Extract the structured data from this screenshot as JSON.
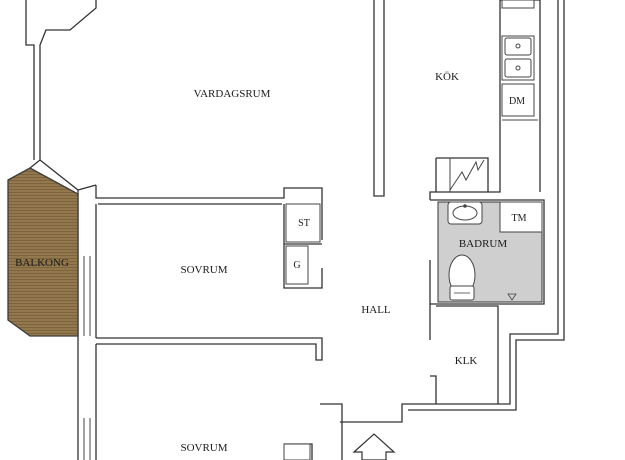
{
  "rooms": {
    "vardagsrum": "VARDAGSRUM",
    "kok": "KÖK",
    "dm": "DM",
    "st": "ST",
    "g": "G",
    "tm": "TM",
    "badrum": "BADRUM",
    "balkong": "BALKONG",
    "sovrum_1": "SOVRUM",
    "sovrum_2": "SOVRUM",
    "hall": "HALL",
    "klk": "KLK"
  },
  "colors": {
    "balcony_fill": "#8d7349",
    "bathroom_fill": "#cfcfcf",
    "wall_stroke": "#333333"
  },
  "icons": {
    "entrance": "up-arrow-icon",
    "sink": "double-sink-icon",
    "toilet": "toilet-icon",
    "basin": "washbasin-icon",
    "stairs": "stair-zigzag-icon"
  }
}
